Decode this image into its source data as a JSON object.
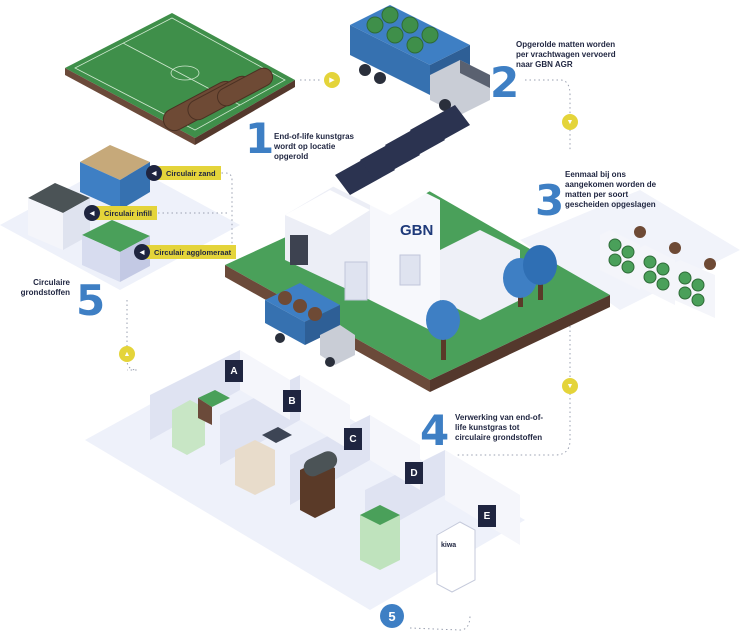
{
  "steps": [
    {
      "number": "1",
      "text": "End-of-life kunstgras wordt op locatie opgerold"
    },
    {
      "number": "2",
      "text": "Opgerolde matten worden per vrachtwagen vervoerd naar GBN AGR"
    },
    {
      "number": "3",
      "text": "Eenmaal bij ons aangekomen worden de matten per soort gescheiden opgeslagen"
    },
    {
      "number": "4",
      "text": "Verwerking van end-of-life kunstgras tot circulaire grondstoffen"
    },
    {
      "number": "5",
      "text": "Circulaire grondstoffen"
    }
  ],
  "materials": [
    "Circulair zand",
    "Circulair infill",
    "Circulair agglomeraat"
  ],
  "rooms": [
    "A",
    "B",
    "C",
    "D",
    "E"
  ],
  "building_logo": "GBN",
  "certificate_logo": "kiwa",
  "end_badge": "5",
  "colors": {
    "accent_blue": "#3e7fc4",
    "yellow": "#e4d43a",
    "navy": "#1f2540",
    "grass": "#4aa05a"
  }
}
